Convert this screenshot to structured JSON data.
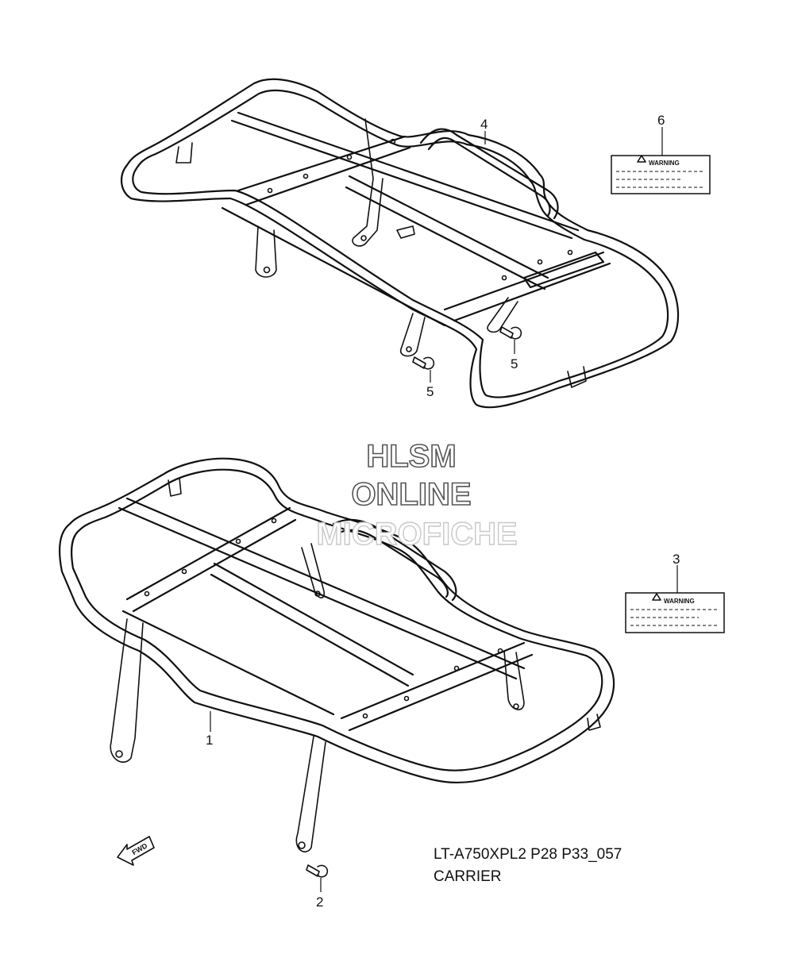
{
  "callouts": {
    "c1": "1",
    "c2": "2",
    "c3": "3",
    "c4": "4",
    "c5a": "5",
    "c5b": "5",
    "c6": "6"
  },
  "labels": {
    "warning_top": "WARNING",
    "warning_bottom": "WARNING"
  },
  "watermark": {
    "line1": "HLSM",
    "line2": "ONLINE",
    "line3": "MICROFICHE"
  },
  "fwd_arrow": "FWD",
  "caption": {
    "code": "LT-A750XPL2 P28 P33_057",
    "title": "CARRIER"
  }
}
